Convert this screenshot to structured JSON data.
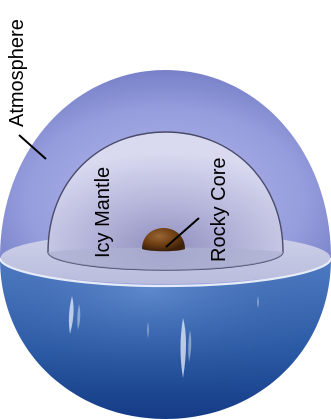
{
  "diagram": {
    "labels": {
      "atmosphere": "Atmosphere",
      "icy_mantle": "Icy Mantle",
      "rocky_core": "Rocky Core"
    },
    "colors": {
      "atmosphere_outer": "#7f87cf",
      "atmosphere_inner": "#aab0e6",
      "mantle_center": "#9c9bc8",
      "mantle_edge": "#d4d5ee",
      "cut_plane": "#c7c9e2",
      "ocean_top": "#4f7ac7",
      "ocean_bottom": "#163c86",
      "core": "#6b3c12",
      "rim": "#e6ecf7",
      "leader_line": "#000000"
    }
  }
}
